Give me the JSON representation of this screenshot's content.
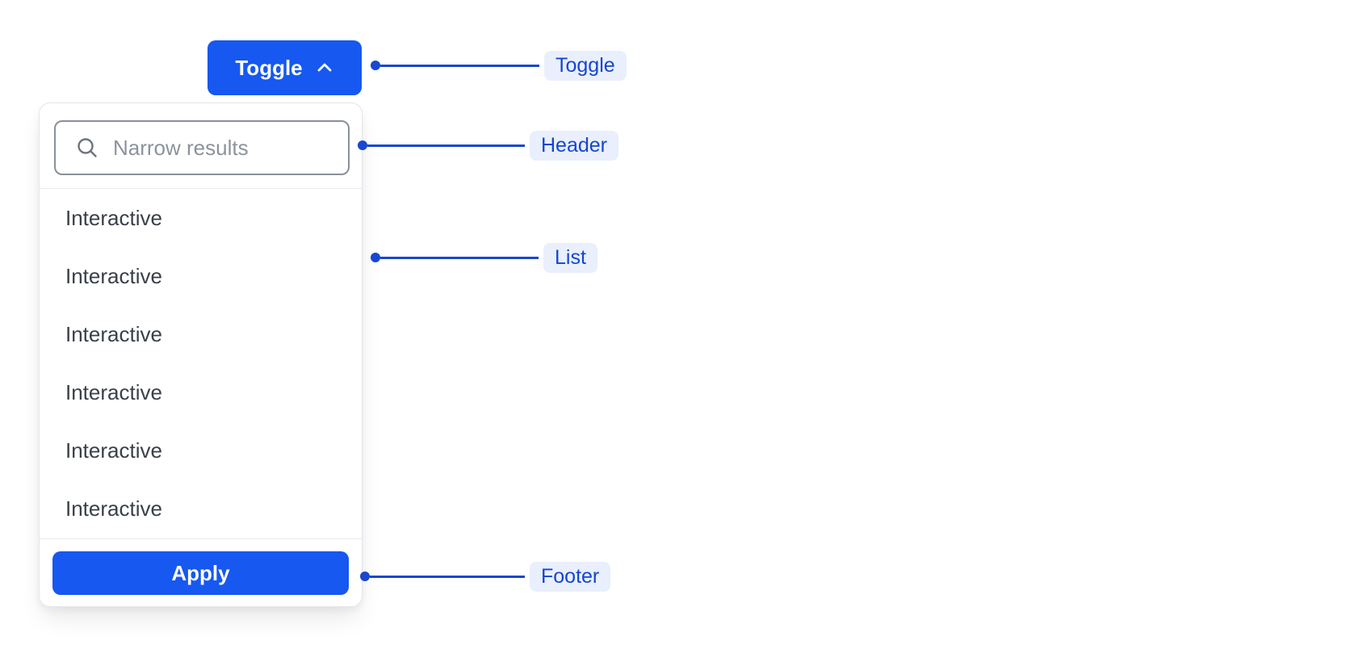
{
  "colors": {
    "primary": "#1658F0",
    "connector": "#1847D0",
    "chip-bg": "#E9EFFC",
    "chip-text": "#1545D2",
    "text": "#3A4049",
    "placeholder": "#8C939D",
    "input-border": "#899099",
    "panel-border": "#E4E6EA",
    "divider": "#E7E9EC",
    "icon": "#6E747E"
  },
  "toggle_button": {
    "label": "Toggle",
    "icon": "chevron-up-icon"
  },
  "dropdown": {
    "search": {
      "placeholder": "Narrow results",
      "icon": "search-icon"
    },
    "list_items": [
      "Interactive",
      "Interactive",
      "Interactive",
      "Interactive",
      "Interactive",
      "Interactive"
    ],
    "footer": {
      "apply_label": "Apply"
    }
  },
  "annotations": [
    {
      "label": "Toggle"
    },
    {
      "label": "Header"
    },
    {
      "label": "List"
    },
    {
      "label": "Footer"
    }
  ]
}
